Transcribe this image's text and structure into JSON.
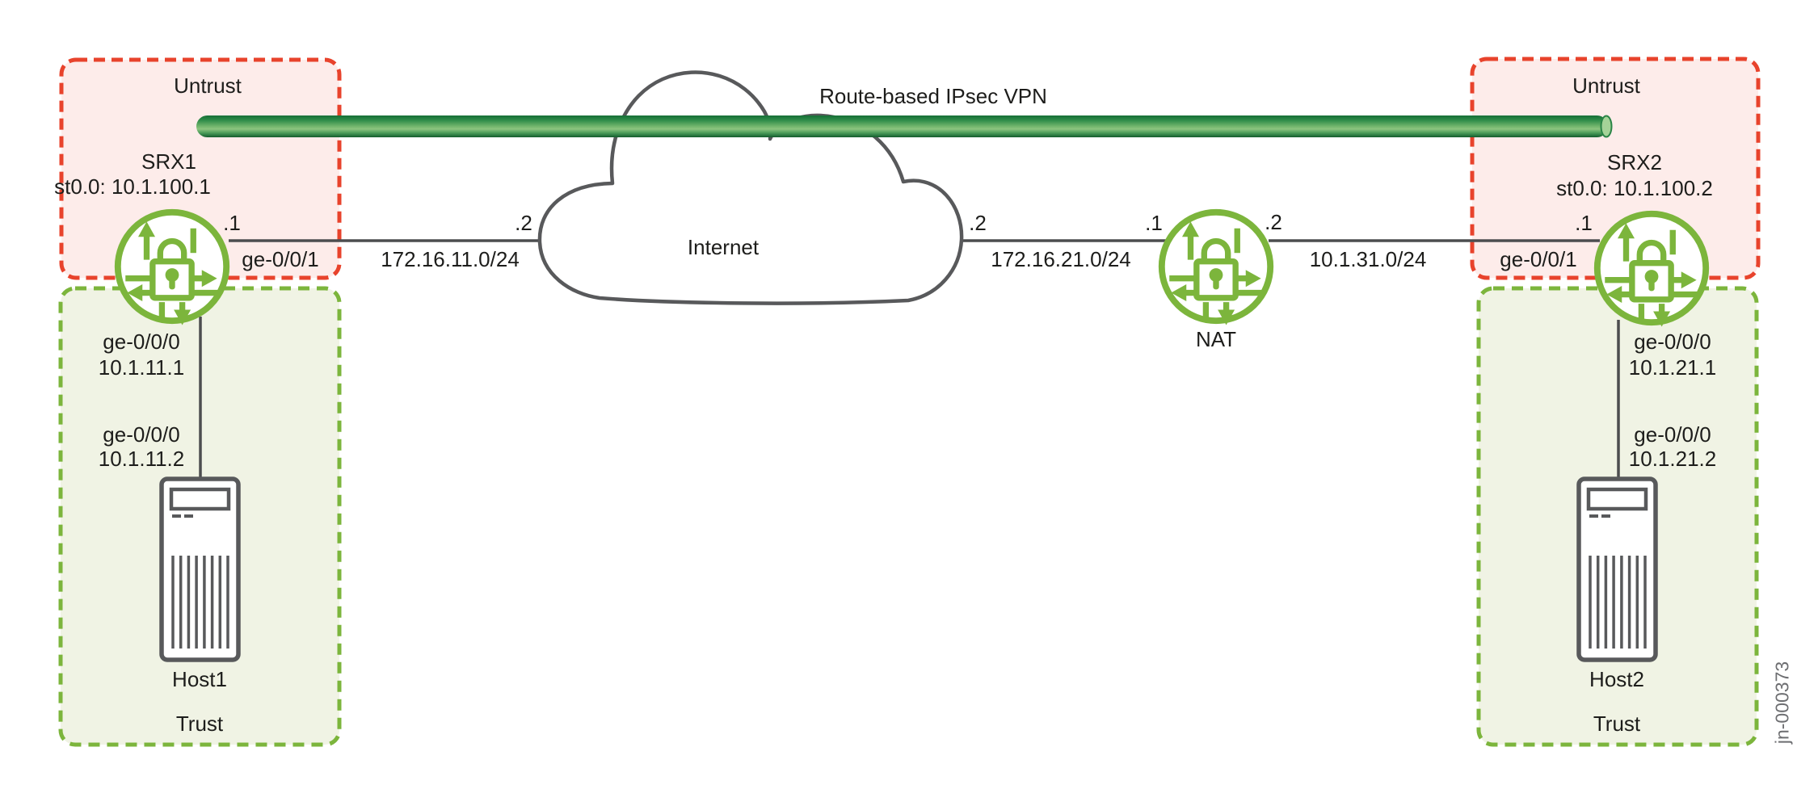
{
  "figure": {
    "title": "Route-based IPsec VPN",
    "figure_id": "jn-000373"
  },
  "colors": {
    "untrust_border": "#e8432c",
    "untrust_fill": "#fdecea",
    "trust_border": "#7cb53c",
    "trust_fill": "#f0f3e4",
    "device_green": "#7cb53c",
    "neutral_gray": "#58595b",
    "link_line": "#4c4d4f",
    "vpn_tube_dark": "#156f36",
    "vpn_tube_light": "#8cc47f"
  },
  "zones": {
    "left_untrust": "Untrust",
    "left_trust": "Trust",
    "right_untrust": "Untrust",
    "right_trust": "Trust"
  },
  "devices": {
    "srx1": {
      "name": "SRX1",
      "tunnel_ip": "st0.0: 10.1.100.1"
    },
    "srx2": {
      "name": "SRX2",
      "tunnel_ip": "st0.0: 10.1.100.2"
    },
    "nat": {
      "name": "NAT"
    },
    "internet": {
      "name": "Internet"
    },
    "host1": {
      "name": "Host1"
    },
    "host2": {
      "name": "Host2"
    }
  },
  "links": {
    "srx1_internet": {
      "srx_addr": ".1",
      "srx_iface": "ge-0/0/1",
      "subnet": "172.16.11.0/24",
      "cloud_addr": ".2"
    },
    "internet_nat": {
      "cloud_addr": ".2",
      "subnet": "172.16.21.0/24",
      "nat_addr": ".1"
    },
    "nat_srx2": {
      "nat_addr": ".2",
      "subnet": "10.1.31.0/24",
      "srx_addr": ".1",
      "srx_iface": "ge-0/0/1"
    },
    "srx1_host1": {
      "srx_iface": "ge-0/0/0",
      "srx_ip": "10.1.11.1",
      "host_iface": "ge-0/0/0",
      "host_ip": "10.1.11.2"
    },
    "srx2_host2": {
      "srx_iface": "ge-0/0/0",
      "srx_ip": "10.1.21.1",
      "host_iface": "ge-0/0/0",
      "host_ip": "10.1.21.2"
    }
  }
}
